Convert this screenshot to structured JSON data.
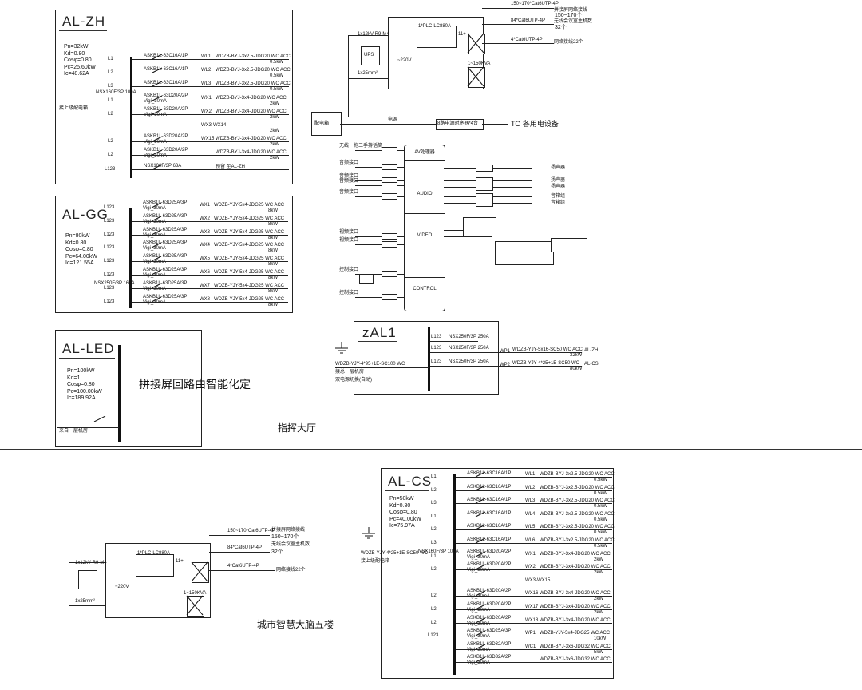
{
  "al_zh": {
    "title": "AL-ZH",
    "params": [
      "Pn=32kW",
      "Kd=0.80",
      "Cosφ=0.80",
      "Pc=25.60kW",
      "Ic=48.62A"
    ],
    "incoming": "接上级配电箱",
    "main_breaker": "NSX160F/3P 100A",
    "rows": [
      {
        "phase": "L1",
        "breaker": "ASKB1L-63C16A/1P",
        "rcd": "",
        "cid": "WL1",
        "cable": "WDZB-BYJ-3x2.5-JDG20 WC ACC",
        "load": "0.5kW"
      },
      {
        "phase": "L2",
        "breaker": "ASKB1L-63C16A/1P",
        "rcd": "",
        "cid": "WL2",
        "cable": "WDZB-BYJ-3x2.5-JDG20 WC ACC",
        "load": "0.5kW"
      },
      {
        "phase": "L3",
        "breaker": "ASKB1L-63C16A/1P",
        "rcd": "",
        "cid": "WL3",
        "cable": "WDZB-BYJ-3x2.5-JDG20 WC ACC",
        "load": "0.5kW"
      },
      {
        "phase": "L1",
        "breaker": "ASKB1L-63D20A/2P",
        "rcd": "Vigi_30mA",
        "cid": "WX1",
        "cable": "WDZB-BYJ-3x4-JDG20 WC ACC",
        "load": "2kW"
      },
      {
        "phase": "L2",
        "breaker": "ASKB1L-63D20A/2P",
        "rcd": "Vigi_30mA",
        "cid": "WX2",
        "cable": "WDZB-BYJ-3x4-JDG20 WC ACC",
        "load": "2kW"
      },
      {
        "phase": "",
        "breaker": "",
        "rcd": "",
        "cid": "WX3-WX14",
        "cable": "",
        "load": "2kW"
      },
      {
        "phase": "L2",
        "breaker": "ASKB1L-63D20A/2P",
        "rcd": "Vigi_30mA",
        "cid": "WX15",
        "cable": "WDZB-BYJ-3x4-JDG20 WC ACC",
        "load": "2kW"
      },
      {
        "phase": "L2",
        "breaker": "ASKB1L-63D20A/2P",
        "rcd": "Vigi_30mA",
        "cid": "",
        "cable": "WDZB-BYJ-3x4-JDG20 WC ACC",
        "load": "2kW"
      },
      {
        "phase": "L123",
        "breaker": "NSX100F/3P 63A",
        "rcd": "",
        "cid": "",
        "cable": "预留 至AL-ZH",
        "load": ""
      }
    ]
  },
  "al_gg": {
    "title": "AL-GG",
    "params": [
      "Pn=80kW",
      "Kd=0.80",
      "Cosφ=0.80",
      "Pc=64.00kW",
      "Ic=121.55A"
    ],
    "incoming": "NSX250F/3P 160A",
    "rows": [
      {
        "phase": "L123",
        "breaker": "ASKB1L-63D25A/3P",
        "rcd": "Vigi_30mA",
        "cid": "WX1",
        "cable": "WDZB-YJY-5x4-JDG25 WC ACC",
        "load": "8kW"
      },
      {
        "phase": "L123",
        "breaker": "ASKB1L-63D25A/3P",
        "rcd": "Vigi_30mA",
        "cid": "WX2",
        "cable": "WDZB-YJY-5x4-JDG25 WC ACC",
        "load": "8kW"
      },
      {
        "phase": "L123",
        "breaker": "ASKB1L-63D25A/3P",
        "rcd": "Vigi_30mA",
        "cid": "WX3",
        "cable": "WDZB-YJY-5x4-JDG25 WC ACC",
        "load": "8kW"
      },
      {
        "phase": "L123",
        "breaker": "ASKB1L-63D25A/3P",
        "rcd": "Vigi_30mA",
        "cid": "WX4",
        "cable": "WDZB-YJY-5x4-JDG25 WC ACC",
        "load": "8kW"
      },
      {
        "phase": "L123",
        "breaker": "ASKB1L-63D25A/3P",
        "rcd": "Vigi_30mA",
        "cid": "WX5",
        "cable": "WDZB-YJY-5x4-JDG25 WC ACC",
        "load": "8kW"
      },
      {
        "phase": "L123",
        "breaker": "ASKB1L-63D25A/3P",
        "rcd": "Vigi_30mA",
        "cid": "WX6",
        "cable": "WDZB-YJY-5x4-JDG25 WC ACC",
        "load": "8kW"
      },
      {
        "phase": "L123",
        "breaker": "ASKB1L-63D25A/3P",
        "rcd": "Vigi_30mA",
        "cid": "WX7",
        "cable": "WDZB-YJY-5x4-JDG25 WC ACC",
        "load": "8kW"
      },
      {
        "phase": "L123",
        "breaker": "ASKB1L-63D25A/3P",
        "rcd": "Vigi_30mA",
        "cid": "WX8",
        "cable": "WDZB-YJY-5x4-JDG25 WC ACC",
        "load": "8kW"
      }
    ]
  },
  "al_led": {
    "title": "AL-LED",
    "params": [
      "Pn=100kW",
      "Kd=1",
      "Cosφ=0.80",
      "Pc=100.00kW",
      "Ic=189.92A"
    ],
    "note": "拼接屏回路由智能化定",
    "incoming": "来自一层机房"
  },
  "hall_label": "指挥大厅",
  "floor_label": "城市智慧大脑五楼",
  "zal1": {
    "title": "zAL1",
    "incoming_cable": "WDZB-YJY-4*95+1E-SC100 WC",
    "incoming_from": "接总一层机房",
    "incoming_note": "双电源切换(自动)",
    "rows": [
      {
        "phase": "L123",
        "breaker": "NSX250F/3P 250A",
        "cid": "",
        "cable": "",
        "dest": ""
      },
      {
        "phase": "L123",
        "breaker": "NSX250F/3P 250A",
        "cid": "WP1",
        "cable": "WDZB-YJY-5x16-SC50 WC ACC",
        "dest": "AL-ZH",
        "load": "32kW"
      },
      {
        "phase": "L123",
        "breaker": "NSX250F/3P 250A",
        "cid": "WP2",
        "cable": "WDZB-YJY-4*25+1E-SC50 WC",
        "dest": "AL-CS",
        "load": "80kW"
      }
    ]
  },
  "ups_top": {
    "cable_in": "1x12kV-R9-M4",
    "cable_out": "1x25mm²",
    "ups": "UPS",
    "ac": "~220V",
    "plc": "1*PLC-LC880A",
    "plc_num": "11+",
    "pdu_count": "1~150KVA",
    "label1": "150~170*Cat6UTP-4P",
    "label1_note": "拼接屏网络接线",
    "val1": "150~170个",
    "label2": "84*Cat6UTP-4P",
    "label2_note": "无线会议室主机数",
    "val2": "32个",
    "label3": "4*Cat6UTP-4P",
    "label3_note": "网络接线22个",
    "power_box": "配电箱",
    "mid_label": "电源",
    "mid_box": "8路电源时序器*4台",
    "mid_out": "TO 各用电设备"
  },
  "ups_bottom": {
    "cable_in": "1x12kV-R9-M4",
    "cable_out": "1x25mm²",
    "ac": "~220V",
    "plc": "1*PLC-LC880A",
    "plc_num": "11+",
    "pdu_count": "1~150KVA",
    "label1": "150~170*Cat6UTP-4P",
    "label1_note": "拼接屏网络接线",
    "val1": "150~170个",
    "label2": "84*Cat6UTP-4P",
    "label2_note": "无线会议室主机数",
    "val2": "32个",
    "label3": "4*Cat6UTP-4P",
    "label3_note": "网络接线22个"
  },
  "av_rack": {
    "top": "AV处理器",
    "audio": "AUDIO",
    "video": "VIDEO",
    "control": "CONTROL",
    "in_labels": [
      "无线一拖二手持话筒",
      "音频接口",
      "音频接口",
      "音频接口",
      "音频接口",
      "视频接口",
      "视频接口",
      "控制接口",
      "控制接口"
    ],
    "out_labels": [
      "扬声器",
      "扬声器",
      "扬声器",
      "音箱组",
      "音箱组"
    ]
  },
  "al_cs": {
    "title": "AL-CS",
    "params": [
      "Pn=50kW",
      "Kd=0.80",
      "Cosφ=0.80",
      "Pc=40.00kW",
      "Ic=75.97A"
    ],
    "incoming_cable": "WDZB-YJY-4*25+1E-SC50 WC",
    "incoming_from": "接上级配电箱",
    "main_breaker": "NSX160F/3P 100A",
    "rows": [
      {
        "phase": "L1",
        "breaker": "ASKB1L-63C16A/1P",
        "rcd": "",
        "cid": "WL1",
        "cable": "WDZB-BYJ-3x2.5-JDG20 WC ACC",
        "load": "0.5kW"
      },
      {
        "phase": "L2",
        "breaker": "ASKB1L-63C16A/1P",
        "rcd": "",
        "cid": "WL2",
        "cable": "WDZB-BYJ-3x2.5-JDG20 WC ACC",
        "load": "0.5kW"
      },
      {
        "phase": "L3",
        "breaker": "ASKB1L-63C16A/1P",
        "rcd": "",
        "cid": "WL3",
        "cable": "WDZB-BYJ-3x2.5-JDG20 WC ACC",
        "load": "0.5kW"
      },
      {
        "phase": "L1",
        "breaker": "ASKB1L-63C16A/1P",
        "rcd": "",
        "cid": "WL4",
        "cable": "WDZB-BYJ-3x2.5-JDG20 WC ACC",
        "load": "0.5kW"
      },
      {
        "phase": "L2",
        "breaker": "ASKB1L-63C16A/1P",
        "rcd": "",
        "cid": "WL5",
        "cable": "WDZB-BYJ-3x2.5-JDG20 WC ACC",
        "load": "0.5kW"
      },
      {
        "phase": "L3",
        "breaker": "ASKB1L-63C16A/1P",
        "rcd": "",
        "cid": "WL6",
        "cable": "WDZB-BYJ-3x2.5-JDG20 WC ACC",
        "load": "0.5kW"
      },
      {
        "phase": "L1",
        "breaker": "ASKB1L-63D20A/2P",
        "rcd": "Vigi_30mA",
        "cid": "WX1",
        "cable": "WDZB-BYJ-3x4-JDG20 WC ACC",
        "load": "2kW"
      },
      {
        "phase": "L2",
        "breaker": "ASKB1L-63D20A/2P",
        "rcd": "Vigi_30mA",
        "cid": "WX2",
        "cable": "WDZB-BYJ-3x4-JDG20 WC ACC",
        "load": "2kW"
      },
      {
        "phase": "",
        "breaker": "",
        "rcd": "",
        "cid": "WX3-WX15",
        "cable": "",
        "load": ""
      },
      {
        "phase": "L2",
        "breaker": "ASKB1L-63D20A/2P",
        "rcd": "Vigi_30mA",
        "cid": "WX16",
        "cable": "WDZB-BYJ-3x4-JDG20 WC ACC",
        "load": "2kW"
      },
      {
        "phase": "L2",
        "breaker": "ASKB1L-63D20A/2P",
        "rcd": "Vigi_30mA",
        "cid": "WX17",
        "cable": "WDZB-BYJ-3x4-JDG20 WC ACC",
        "load": "2kW"
      },
      {
        "phase": "L2",
        "breaker": "ASKB1L-63D20A/2P",
        "rcd": "Vigi_30mA",
        "cid": "WX18",
        "cable": "WDZB-BYJ-3x4-JDG20 WC ACC",
        "load": ""
      },
      {
        "phase": "L123",
        "breaker": "ASKB1L-63D25A/3P",
        "rcd": "Vigi_30mA",
        "cid": "WP1",
        "cable": "WDZB-YJY-5x4-JDG25 WC ACC",
        "load": "10kW"
      },
      {
        "phase": "",
        "breaker": "ASKB1L-63D32A/2P",
        "rcd": "Vigi_30mA",
        "cid": "WC1",
        "cable": "WDZB-BYJ-3x6-JDG32 WC ACC",
        "load": "5kW"
      },
      {
        "phase": "",
        "breaker": "ASKB1L-63D32A/2P",
        "rcd": "Vigi_30mA",
        "cid": "",
        "cable": "WDZB-BYJ-3x6-JDG32 WC ACC",
        "load": ""
      }
    ]
  }
}
